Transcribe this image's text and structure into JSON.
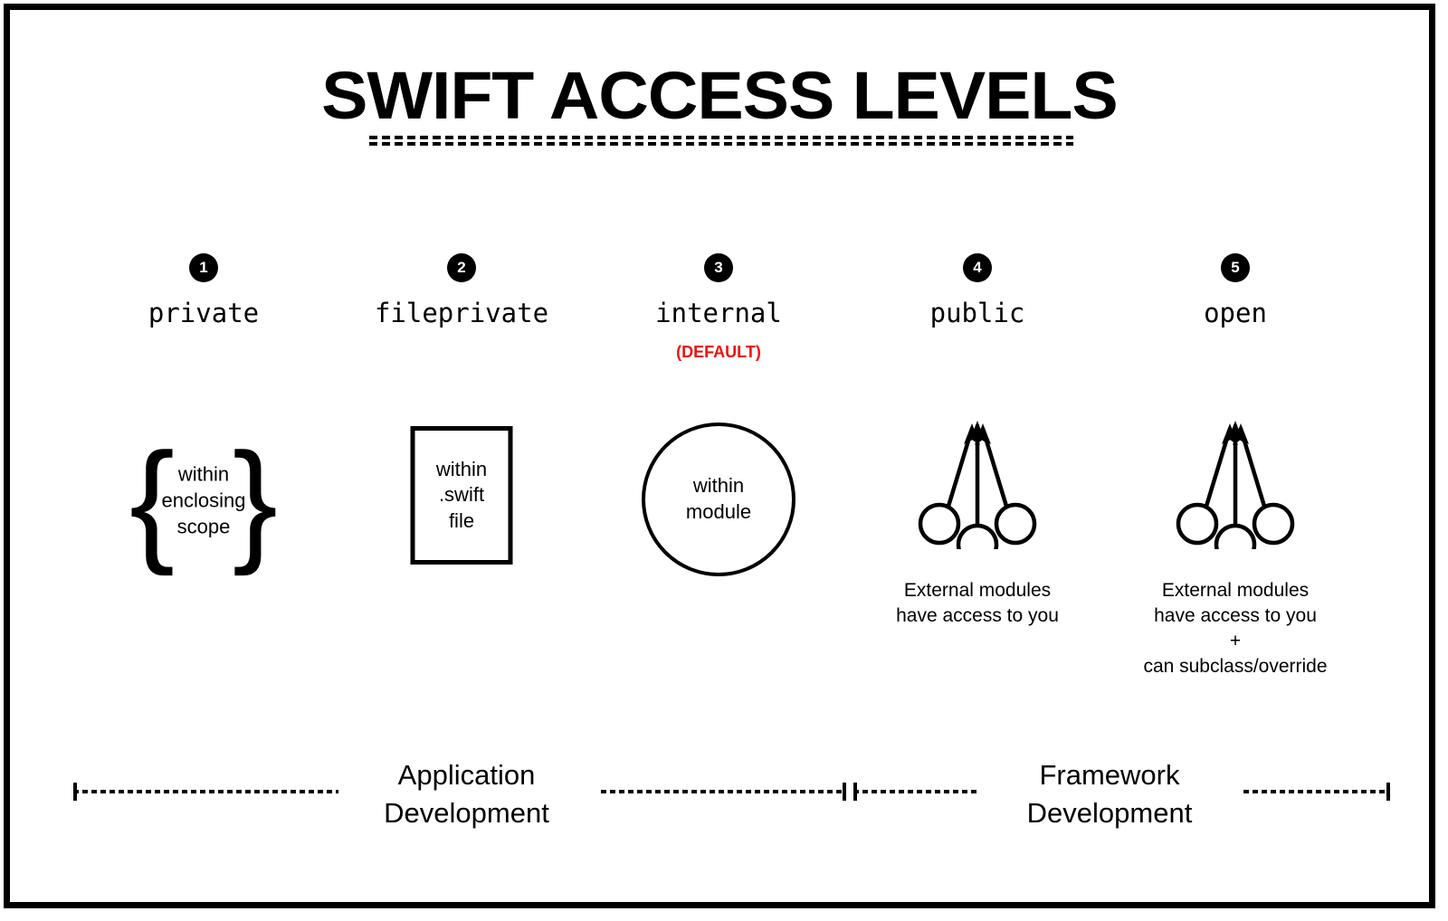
{
  "title": "SWIFT ACCESS LEVELS",
  "columns": [
    {
      "number": "1",
      "keyword": "private",
      "default_tag": "",
      "icon": "curly-braces",
      "brace_open": "{",
      "brace_close": "}",
      "scope_lines": [
        "within",
        "enclosing",
        "scope"
      ],
      "caption_lines": []
    },
    {
      "number": "2",
      "keyword": "fileprivate",
      "default_tag": "",
      "icon": "rectangle-file",
      "scope_lines": [
        "within",
        ".swift",
        "file"
      ],
      "caption_lines": []
    },
    {
      "number": "3",
      "keyword": "internal",
      "default_tag": "(DEFAULT)",
      "icon": "circle-module",
      "scope_lines": [
        "within",
        "module"
      ],
      "caption_lines": []
    },
    {
      "number": "4",
      "keyword": "public",
      "default_tag": "",
      "icon": "three-arrows-up",
      "scope_lines": [],
      "caption_lines": [
        "External modules",
        "have access to you"
      ]
    },
    {
      "number": "5",
      "keyword": "open",
      "default_tag": "",
      "icon": "three-arrows-up",
      "scope_lines": [],
      "caption_lines": [
        "External modules",
        "have access to you",
        "+",
        "can subclass/override"
      ]
    }
  ],
  "phases": [
    {
      "label_lines": [
        "Application",
        "Development"
      ]
    },
    {
      "label_lines": [
        "Framework",
        "Development"
      ]
    }
  ],
  "colors": {
    "ink": "#000000",
    "background": "#ffffff",
    "default_tag": "#e8140c"
  }
}
